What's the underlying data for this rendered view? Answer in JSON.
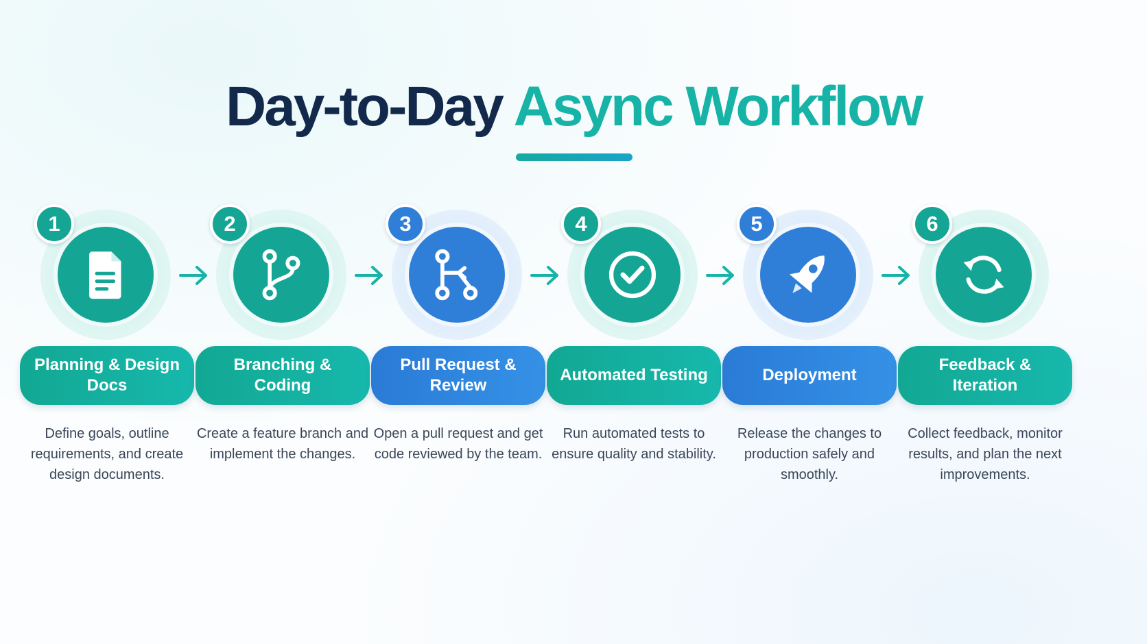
{
  "title": {
    "dark": "Day-to-Day",
    "accent": "Async Workflow"
  },
  "colors": {
    "navy": "#13294b",
    "teal": "#14a595",
    "blue": "#2f7fd8"
  },
  "steps": [
    {
      "number": "1",
      "label": "Planning & Design Docs",
      "description": "Define goals, outline requirements, and create design documents.",
      "icon": "document-icon",
      "theme": "teal"
    },
    {
      "number": "2",
      "label": "Branching & Coding",
      "description": "Create a feature branch and implement the changes.",
      "icon": "git-branch-icon",
      "theme": "teal"
    },
    {
      "number": "3",
      "label": "Pull Request & Review",
      "description": "Open a pull request and get code reviewed by the team.",
      "icon": "pull-request-icon",
      "theme": "blue"
    },
    {
      "number": "4",
      "label": "Automated Testing",
      "description": "Run automated tests to ensure quality and stability.",
      "icon": "check-circle-icon",
      "theme": "teal"
    },
    {
      "number": "5",
      "label": "Deployment",
      "description": "Release the changes to production safely and smoothly.",
      "icon": "rocket-icon",
      "theme": "blue"
    },
    {
      "number": "6",
      "label": "Feedback & Iteration",
      "description": "Collect feedback, monitor results, and plan the next improvements.",
      "icon": "refresh-icon",
      "theme": "teal"
    }
  ]
}
